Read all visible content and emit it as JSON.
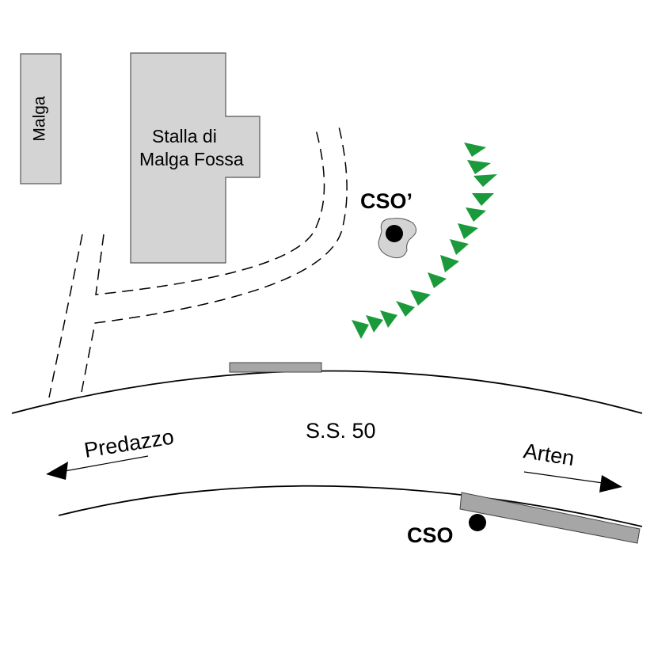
{
  "colors": {
    "building_fill": "#d4d4d4",
    "building_stroke": "#555555",
    "bridge_fill": "#a6a6a6",
    "marker": "#000000",
    "embankment": "#1a9a3a",
    "pond_fill": "#d4d4d4"
  },
  "buildings": {
    "malga": "Malga",
    "stalla_line1": "Stalla di",
    "stalla_line2": "Malga Fossa"
  },
  "road": {
    "name": "S.S. 50",
    "west_destination": "Predazzo",
    "east_destination": "Arten"
  },
  "points": {
    "cso": "CSO",
    "cso_prime": "CSO’"
  },
  "legend_icons": {
    "embankment": "slope-triangles",
    "point": "filled-circle"
  }
}
